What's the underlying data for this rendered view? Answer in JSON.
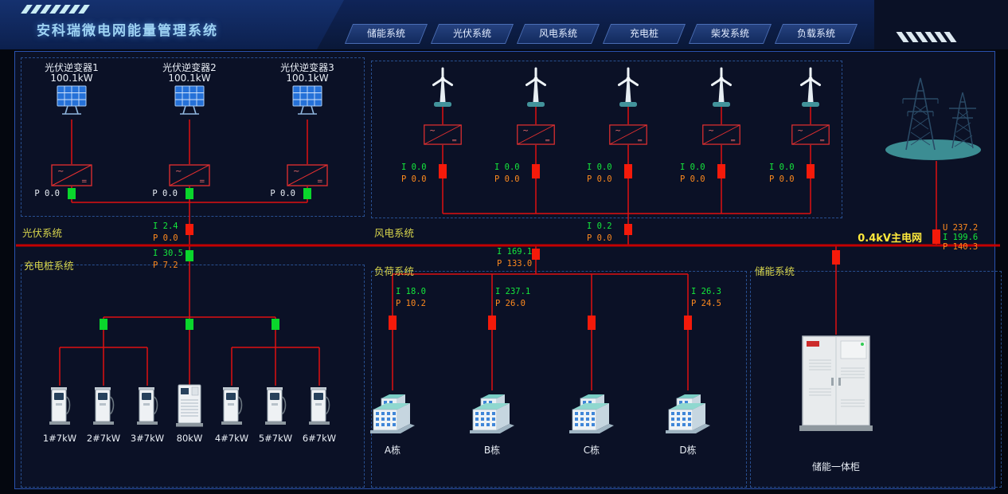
{
  "header": {
    "title": "安科瑞微电网能量管理系统",
    "tabs": [
      {
        "label": "储能系统"
      },
      {
        "label": "光伏系统"
      },
      {
        "label": "风电系统"
      },
      {
        "label": "充电桩"
      },
      {
        "label": "柴发系统"
      },
      {
        "label": "负载系统"
      }
    ]
  },
  "colors": {
    "line_red": "#e01010",
    "bus_red": "#c40000",
    "node_red": "#f51a0a",
    "node_green": "#0ad62c",
    "current_green": "#15e83c",
    "power_orange": "#ff8a1e",
    "section_label_yellow": "#d6d44c",
    "grid_label_yellow": "#ffe93c",
    "title_blue": "#9ed2f2"
  },
  "pv": {
    "section_label": "光伏系统",
    "inverters": [
      {
        "name": "光伏逆变器1",
        "capacity": "100.1kW",
        "p": "P 0.0"
      },
      {
        "name": "光伏逆变器2",
        "capacity": "100.1kW",
        "p": "P 0.0"
      },
      {
        "name": "光伏逆变器3",
        "capacity": "100.1kW",
        "p": "P 0.0"
      }
    ],
    "total": {
      "i": "I 2.4",
      "p": "P 0.0"
    }
  },
  "wind": {
    "section_label": "风电系统",
    "turbines": [
      {
        "i": "I 0.0",
        "p": "P 0.0"
      },
      {
        "i": "I 0.0",
        "p": "P 0.0"
      },
      {
        "i": "I 0.0",
        "p": "P 0.0"
      },
      {
        "i": "I 0.0",
        "p": "P 0.0"
      },
      {
        "i": "I 0.0",
        "p": "P 0.0"
      }
    ],
    "total": {
      "i": "I 0.2",
      "p": "P 0.0"
    }
  },
  "grid": {
    "label": "0.4kV主电网",
    "u": "U 237.2",
    "i": "I 199.6",
    "p": "P 140.3"
  },
  "charging": {
    "section_label": "充电桩系统",
    "total": {
      "i": "I 30.5",
      "p": "P 7.2"
    },
    "chargers": [
      {
        "label": "1#7kW"
      },
      {
        "label": "2#7kW"
      },
      {
        "label": "3#7kW"
      },
      {
        "label": "80kW"
      },
      {
        "label": "4#7kW"
      },
      {
        "label": "5#7kW"
      },
      {
        "label": "6#7kW"
      }
    ]
  },
  "load": {
    "section_label": "负荷系统",
    "total": {
      "i": "I 169.1",
      "p": "P 133.0"
    },
    "buildings": [
      {
        "label": "A栋",
        "i": "I 18.0",
        "p": "P 10.2"
      },
      {
        "label": "B栋",
        "i": "I 237.1",
        "p": "P 26.0"
      },
      {
        "label": "C栋"
      },
      {
        "label": "D栋",
        "i": "I 26.3",
        "p": "P 24.5"
      }
    ]
  },
  "storage": {
    "section_label": "储能系统",
    "cabinet_label": "储能一体柜"
  }
}
